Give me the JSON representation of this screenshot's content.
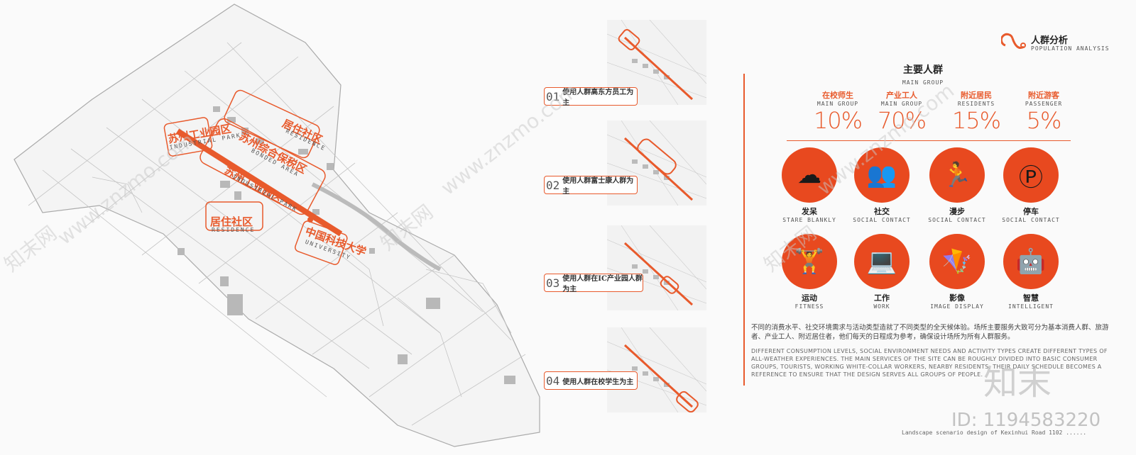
{
  "header": {
    "title_cn": "人群分析",
    "title_en": "POPULATION ANALYSIS"
  },
  "map_labels": [
    {
      "id": "industrial-park-1",
      "cn": "苏州工业园区",
      "en": "INDUSTRIAL PARK"
    },
    {
      "id": "residence-1",
      "cn": "居住社区",
      "en": "RESIDENCE"
    },
    {
      "id": "bonded-area",
      "cn": "苏州综合保税区",
      "en": "BONDED AREA"
    },
    {
      "id": "industrial-park-2",
      "cn": "苏州工业园区",
      "en": "INDUSTRIAL PARK"
    },
    {
      "id": "residence-2",
      "cn": "居住社区",
      "en": "RESIDENCE"
    },
    {
      "id": "university",
      "cn": "中国科技大学",
      "en": "UNIVERSITY"
    }
  ],
  "scenarios": [
    {
      "num": "01",
      "text": "使用人群高东方员工为主"
    },
    {
      "num": "02",
      "text": "使用人群富士康人群为主"
    },
    {
      "num": "03",
      "text": "使用人群在IC产业园人群为主"
    },
    {
      "num": "04",
      "text": "使用人群在校学生为主"
    }
  ],
  "main_group": {
    "title_cn": "主要人群",
    "title_en": "MAIN GROUP",
    "groups": [
      {
        "cn": "在校师生",
        "en": "MAIN GROUP",
        "pct": "10%"
      },
      {
        "cn": "产业工人",
        "en": "MAIN GROUP",
        "pct": "70%"
      },
      {
        "cn": "附近居民",
        "en": "RESIDENTS",
        "pct": "15%"
      },
      {
        "cn": "附近游客",
        "en": "PASSENGER",
        "pct": "5%"
      }
    ]
  },
  "activities": [
    {
      "cn": "发呆",
      "en": "STARE BLANKLY",
      "icon": "hammock-icon",
      "glyph": "☁"
    },
    {
      "cn": "社交",
      "en": "SOCIAL CONTACT",
      "icon": "people-talking-icon",
      "glyph": "👥"
    },
    {
      "cn": "漫步",
      "en": "SOCIAL CONTACT",
      "icon": "running-person-icon",
      "glyph": "🏃"
    },
    {
      "cn": "停车",
      "en": "SOCIAL CONTACT",
      "icon": "parking-icon",
      "glyph": "Ⓟ"
    },
    {
      "cn": "运动",
      "en": "FITNESS",
      "icon": "fitness-icon",
      "glyph": "🏋"
    },
    {
      "cn": "工作",
      "en": "WORK",
      "icon": "laptop-worker-icon",
      "glyph": "💻"
    },
    {
      "cn": "影像",
      "en": "IMAGE DISPLAY",
      "icon": "kite-display-icon",
      "glyph": "🪁"
    },
    {
      "cn": "智慧",
      "en": "INTELLIGENT",
      "icon": "robot-icon",
      "glyph": "🤖"
    }
  ],
  "description": {
    "cn": "不同的消费水平、社交环境需求与活动类型造就了不同类型的全天候体验。场所主要服务大致可分为基本消费人群、旅游者、产业工人、附近居住者，他们每天的日程成为参考，确保设计场所为所有人群服务。",
    "en": "DIFFERENT CONSUMPTION LEVELS, SOCIAL ENVIRONMENT NEEDS AND ACTIVITY TYPES CREATE DIFFERENT TYPES OF ALL-WEATHER EXPERIENCES. THE MAIN SERVICES OF THE SITE CAN BE ROUGHLY DIVIDED INTO BASIC CONSUMER GROUPS, TOURISTS, WORKING WHITE-COLLAR WORKERS, NEARBY RESIDENTS. THEIR DAILY SCHEDULE BECOMES A REFERENCE TO ENSURE THAT THE DESIGN SERVES ALL GROUPS OF PEOPLE."
  },
  "footer": {
    "text": "Landscape scenario design of Kexinhui Road 1102 ......"
  },
  "watermarks": {
    "brand": "知末",
    "id": "ID: 1194583220",
    "url": "www.znzmo.com",
    "brand_cn": "知末网"
  },
  "colors": {
    "accent": "#e85a2c",
    "icon_bg": "#e8491f"
  }
}
